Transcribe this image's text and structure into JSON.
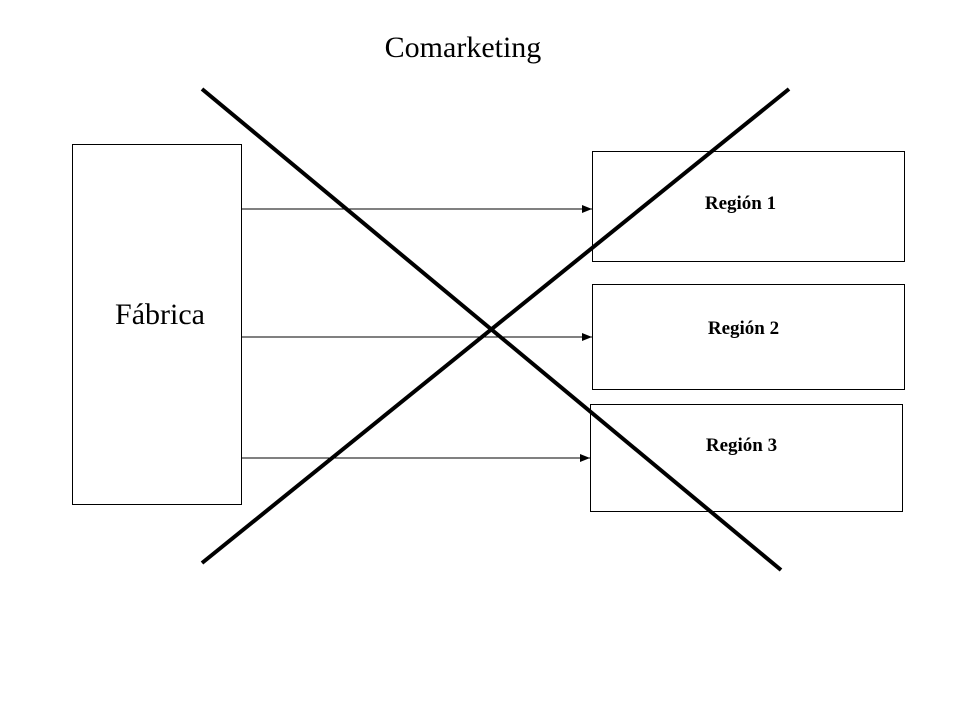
{
  "diagram": {
    "title": "Comarketing",
    "source": {
      "label": "Fábrica"
    },
    "targets": [
      {
        "label": "Región 1"
      },
      {
        "label": "Región 2"
      },
      {
        "label": "Región 3"
      }
    ],
    "connections": [
      {
        "from": "Fábrica",
        "to": "Región 1"
      },
      {
        "from": "Fábrica",
        "to": "Región 2"
      },
      {
        "from": "Fábrica",
        "to": "Región 3"
      }
    ],
    "crossed_out": true,
    "colors": {
      "stroke": "#000000",
      "background": "#ffffff"
    }
  }
}
